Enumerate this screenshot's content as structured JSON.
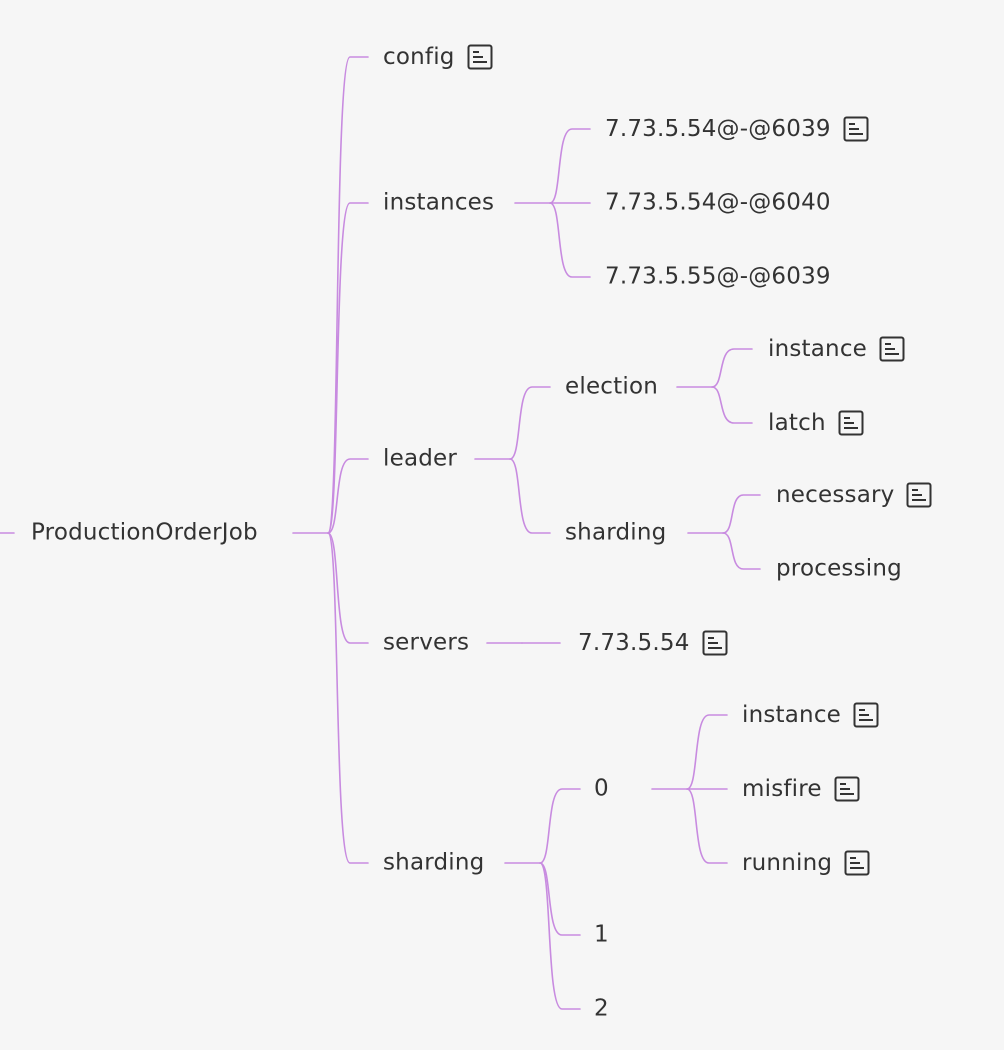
{
  "mindmap": {
    "line_color": "#c88be0",
    "text_color": "#333333",
    "root": {
      "label": "ProductionOrderJob",
      "children": [
        {
          "label": "config",
          "note_icon": "note-icon"
        },
        {
          "label": "instances",
          "children": [
            {
              "label": "7.73.5.54@-@6039",
              "note_icon": "note-icon"
            },
            {
              "label": "7.73.5.54@-@6040"
            },
            {
              "label": "7.73.5.55@-@6039"
            }
          ]
        },
        {
          "label": "leader",
          "children": [
            {
              "label": "election",
              "children": [
                {
                  "label": "instance",
                  "note_icon": "note-icon"
                },
                {
                  "label": "latch",
                  "note_icon": "note-icon"
                }
              ]
            },
            {
              "label": "sharding",
              "children": [
                {
                  "label": "necessary",
                  "note_icon": "note-icon"
                },
                {
                  "label": "processing"
                }
              ]
            }
          ]
        },
        {
          "label": "servers",
          "children": [
            {
              "label": "7.73.5.54",
              "note_icon": "note-icon"
            }
          ]
        },
        {
          "label": "sharding",
          "children": [
            {
              "label": "0",
              "children": [
                {
                  "label": "instance",
                  "note_icon": "note-icon"
                },
                {
                  "label": "misfire",
                  "note_icon": "note-icon"
                },
                {
                  "label": "running",
                  "note_icon": "note-icon"
                }
              ]
            },
            {
              "label": "1"
            },
            {
              "label": "2"
            }
          ]
        }
      ]
    }
  }
}
